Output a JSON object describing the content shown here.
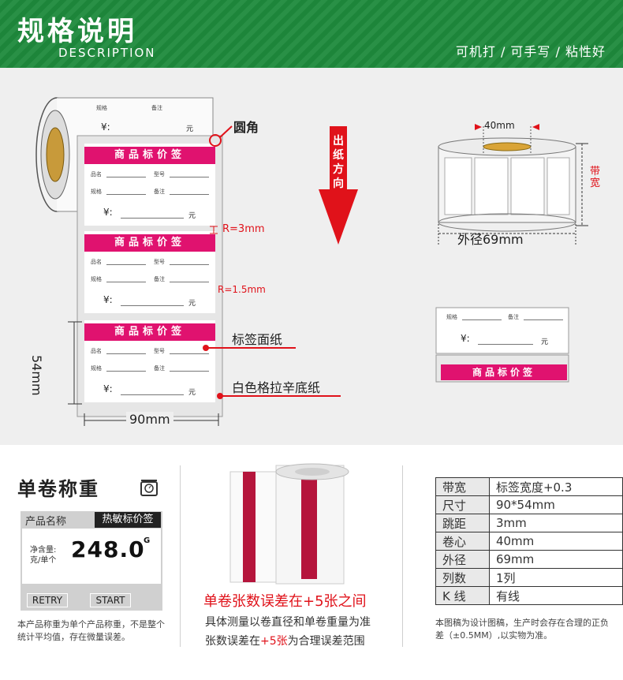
{
  "header": {
    "title": "规格说明",
    "subtitle": "DESCRIPTION",
    "features": "可机打 / 可手写 / 粘性好"
  },
  "label": {
    "head": "商品标价签",
    "name": "品名",
    "model": "型号",
    "spec": "规格",
    "remark": "备注",
    "price_symbol": "¥:",
    "yuan": "元"
  },
  "annotations": {
    "round_corner": "圆角",
    "r3": "R=3mm",
    "r15": "R=1.5mm",
    "face_paper": "标签面纸",
    "liner": "白色格拉辛底纸",
    "width": "90mm",
    "height": "54mm",
    "direction": [
      "出",
      "纸",
      "方",
      "向"
    ],
    "core": "40mm",
    "outer": "外径69mm",
    "band_width": "带宽"
  },
  "weight": {
    "title": "单卷称重",
    "product_label": "产品名称",
    "product_value": "热敏标价签",
    "net_label_1": "净含量:",
    "net_label_2": "克/单个",
    "value": "248.0",
    "unit": "G",
    "retry": "RETRY",
    "start": "START",
    "note": "本产品称重为单个产品称重，不是整个统计平均值，存在微量误差。"
  },
  "count": {
    "title": "单卷张数误差在+5张之间",
    "line1": "具体测量以卷直径和单卷重量为准",
    "line2_a": "张数误差在",
    "line2_b": "+5张",
    "line2_c": "为合理误差范围"
  },
  "spec_table": [
    {
      "k": "带宽",
      "v": "标签宽度+0.3"
    },
    {
      "k": "尺寸",
      "v": "90*54mm"
    },
    {
      "k": "跳距",
      "v": "3mm"
    },
    {
      "k": "卷心",
      "v": "40mm"
    },
    {
      "k": "外径",
      "v": "69mm"
    },
    {
      "k": "列数",
      "v": "1列"
    },
    {
      "k": "K 线",
      "v": "有线"
    }
  ],
  "spec_note": "本图稿为设计图稿，生产时会存在合理的正负差（±0.5MM）,以实物为准。",
  "colors": {
    "green": "#1e8a3c",
    "magenta": "#e0126f",
    "red": "#e0121a"
  }
}
